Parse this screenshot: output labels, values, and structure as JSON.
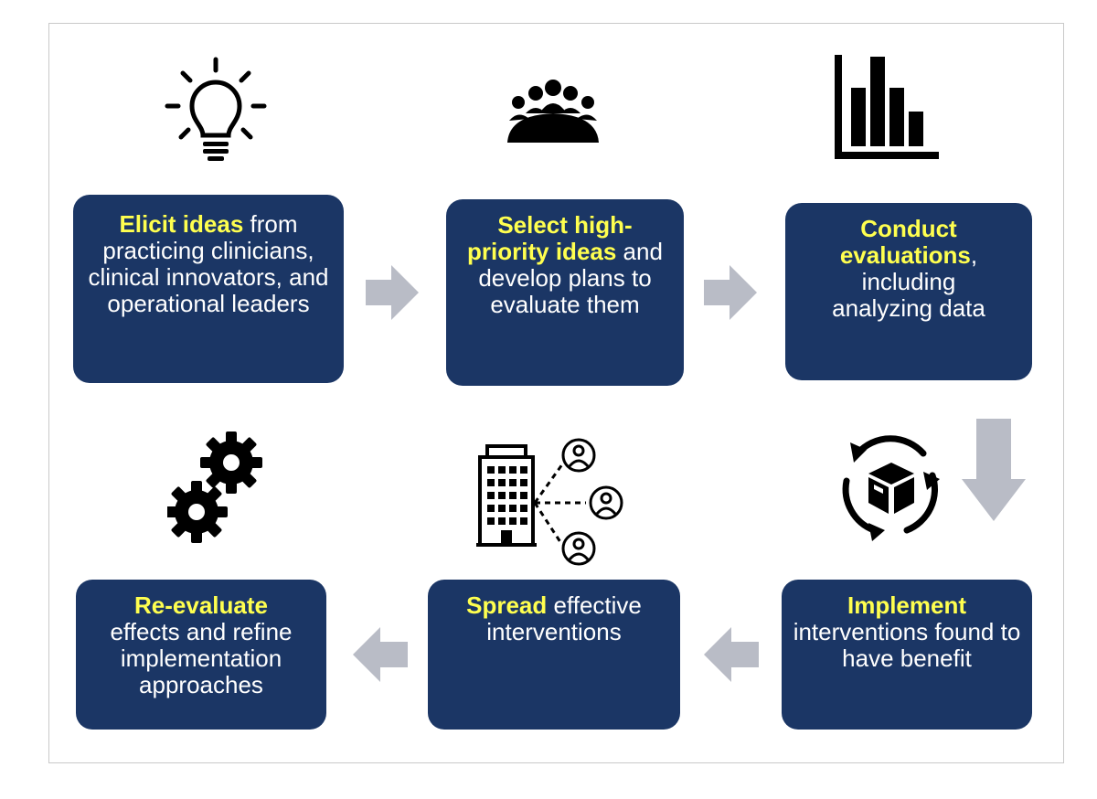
{
  "steps": [
    {
      "highlight": "Elicit ideas",
      "text": " from practicing clinicians, clinical innovators, and operational leaders",
      "icon": "lightbulb-icon"
    },
    {
      "highlight": "Select high-priority ideas",
      "text": " and develop plans to evaluate them",
      "icon": "meeting-group-icon"
    },
    {
      "highlight": "Conduct evaluations",
      "text": ", including analyzing data",
      "icon": "bar-chart-icon"
    },
    {
      "highlight": "Implement",
      "text": " interventions found to have benefit",
      "icon": "package-cycle-icon"
    },
    {
      "highlight": "Spread",
      "text": " effective interventions",
      "icon": "building-network-icon"
    },
    {
      "highlight": "Re-evaluate",
      "text": " effects and refine implementation approaches",
      "icon": "gears-icon"
    }
  ],
  "colors": {
    "box_fill": "#1b3665",
    "highlight_text": "#ffff4f",
    "body_text": "#ffffff",
    "arrow_fill": "#b9bcc6",
    "icon_fill": "#000000"
  }
}
